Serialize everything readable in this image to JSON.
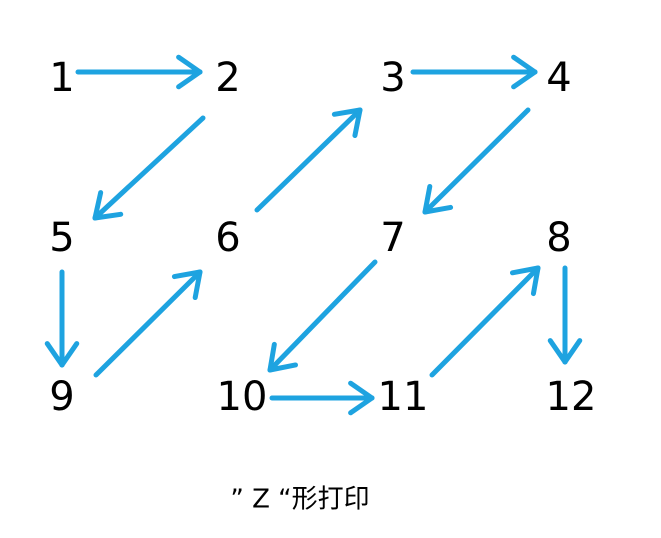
{
  "diagram": {
    "nodes": [
      {
        "id": "n1",
        "label": "1"
      },
      {
        "id": "n2",
        "label": "2"
      },
      {
        "id": "n3",
        "label": "3"
      },
      {
        "id": "n4",
        "label": "4"
      },
      {
        "id": "n5",
        "label": "5"
      },
      {
        "id": "n6",
        "label": "6"
      },
      {
        "id": "n7",
        "label": "7"
      },
      {
        "id": "n8",
        "label": "8"
      },
      {
        "id": "n9",
        "label": "9"
      },
      {
        "id": "n10",
        "label": "10"
      },
      {
        "id": "n11",
        "label": "11"
      },
      {
        "id": "n12",
        "label": "12"
      }
    ],
    "edges": [
      {
        "from": "1",
        "to": "2"
      },
      {
        "from": "2",
        "to": "5"
      },
      {
        "from": "5",
        "to": "9"
      },
      {
        "from": "9",
        "to": "6"
      },
      {
        "from": "6",
        "to": "3"
      },
      {
        "from": "3",
        "to": "4"
      },
      {
        "from": "4",
        "to": "7"
      },
      {
        "from": "7",
        "to": "10"
      },
      {
        "from": "10",
        "to": "11"
      },
      {
        "from": "11",
        "to": "8"
      },
      {
        "from": "8",
        "to": "12"
      }
    ],
    "arrow_color": "#1ea3e0",
    "text_color": "#000000"
  },
  "caption": "” Z “形打印"
}
